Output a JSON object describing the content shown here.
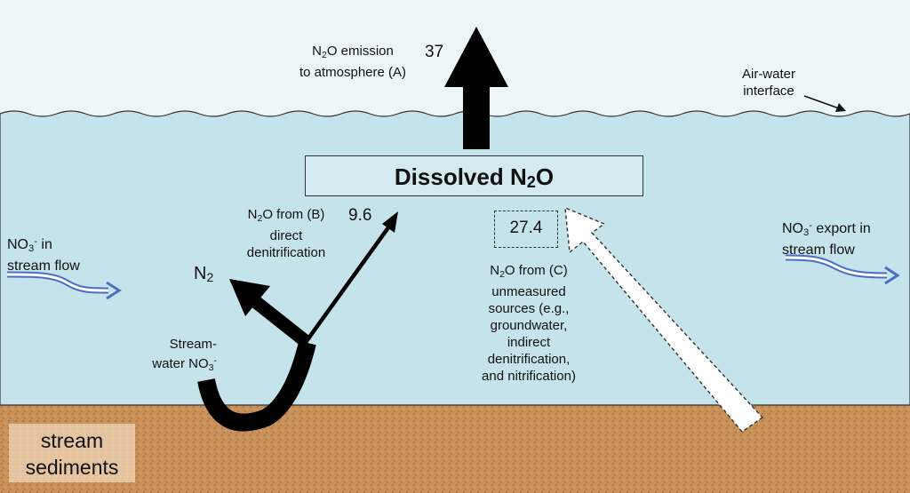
{
  "zones": {
    "sediment_label": [
      "stream",
      "sediments"
    ],
    "interface_label": [
      "Air-water",
      "interface"
    ]
  },
  "box": {
    "title_main": "Dissolved N",
    "title_sub": "2",
    "title_end": "O"
  },
  "fluxes": {
    "emission": {
      "value": "37",
      "line1_a": "N",
      "line1_sub": "2",
      "line1_b": "O emission",
      "line2": "to atmosphere (A)"
    },
    "direct": {
      "value": "9.6",
      "line1_a": "N",
      "line1_sub": "2",
      "line1_b": "O from (B)",
      "line2": "direct",
      "line3": "denitrification"
    },
    "unmeasured": {
      "value": "27.4",
      "line1_a": "N",
      "line1_sub": "2",
      "line1_b": "O from (C)",
      "lines": [
        "unmeasured",
        "sources (e.g.,",
        "groundwater,",
        "indirect",
        "denitrification,",
        "and nitrification)"
      ]
    }
  },
  "nitrate": {
    "inflow_a": "NO",
    "inflow_sub": "3",
    "inflow_sup": "-",
    "inflow_b": " in",
    "inflow_line2": "stream flow",
    "export_a": "NO",
    "export_sub": "3",
    "export_sup": "-",
    "export_b": " export in",
    "export_line2": "stream flow",
    "streamwater_line1": "Stream-",
    "streamwater_a": "water NO",
    "streamwater_sub": "3",
    "streamwater_sup": "-"
  },
  "n2": {
    "a": "N",
    "sub": "2"
  },
  "colors": {
    "air": "#ecf5f8",
    "water": "#c5e3ea",
    "sediment": "#c8915a",
    "flow_arrow": "#4a6fc2",
    "solid_arrow": "#000000",
    "dashed_arrow_fill": "#ffffff"
  }
}
